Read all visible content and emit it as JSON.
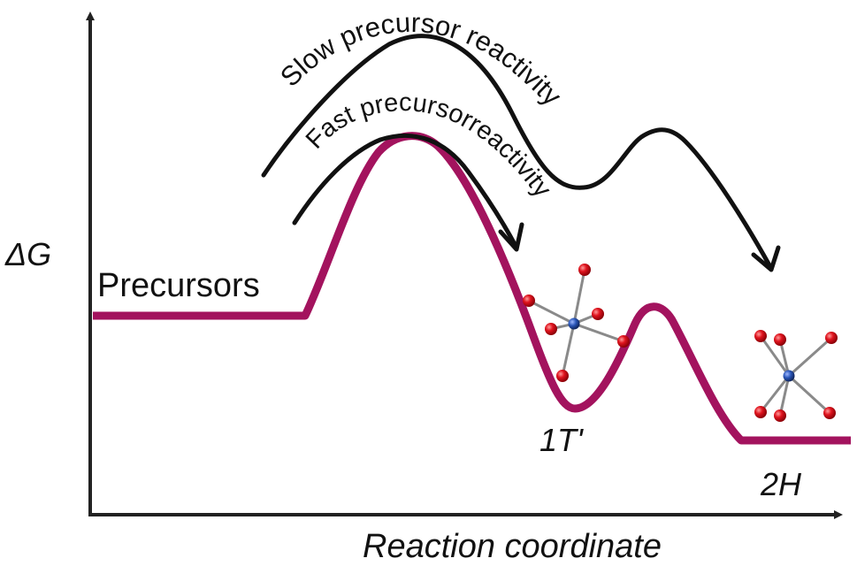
{
  "axes": {
    "y_label": "ΔG",
    "x_label": "Reaction coordinate"
  },
  "states": {
    "precursors": "Precursors",
    "intermediate": "1T'",
    "product": "2H"
  },
  "arrows": {
    "slow": "Slow precursor reactivity",
    "fast": "Fast precursorreactivity"
  },
  "colors": {
    "energy_curve": "#A3135E",
    "arrows": "#111111",
    "atom_metal": "#2A56B8",
    "atom_chalcogen": "#E0141E",
    "bonds": "#8A8A8A"
  },
  "icons": {
    "intermediate_structure": "octahedral-coordination-molecule-icon",
    "product_structure": "trigonal-prismatic-coordination-molecule-icon"
  }
}
